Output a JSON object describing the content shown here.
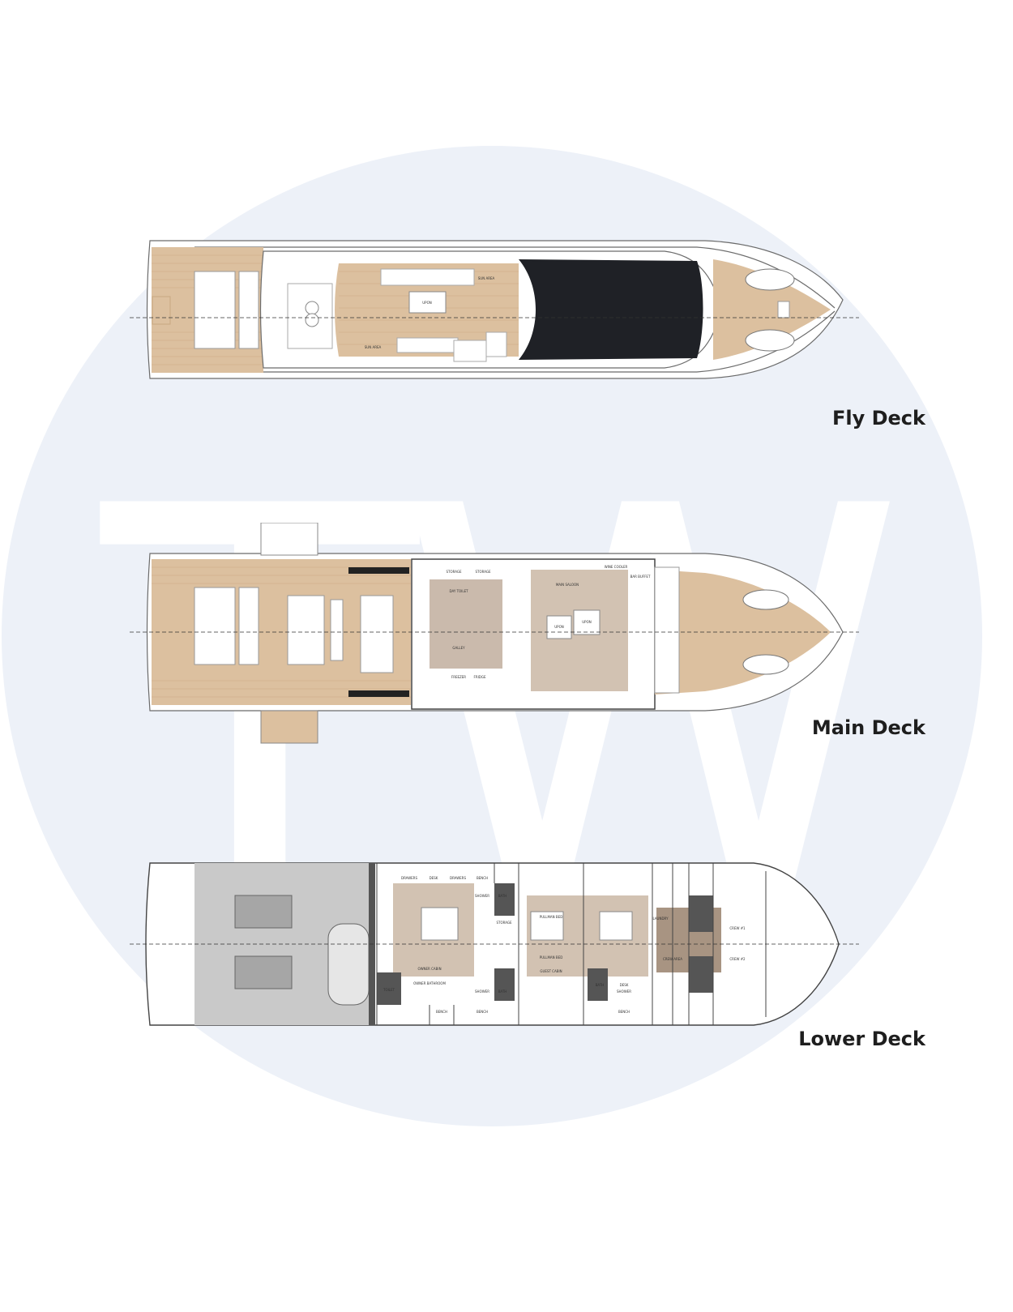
{
  "watermark": {
    "text": "TW",
    "circle_color": "#edf1f8",
    "letter_color": "#ffffff"
  },
  "colors": {
    "teak": "#dcc09f",
    "teak_line": "#c9a982",
    "hull_line": "#6b6b6b",
    "floor": "#d2c2b2",
    "engine_room": "#c9c9c9",
    "glass": "#1f2126"
  },
  "decks": {
    "fly": {
      "label": "Fly Deck",
      "rooms": {
        "upon": "UPON",
        "sun_area": "SUN AREA",
        "sun_area_2": "SUN AREA"
      }
    },
    "main": {
      "label": "Main Deck",
      "rooms": {
        "main_saloon": "MAIN SALOON",
        "upon": "UPON",
        "upon_2": "UPON",
        "galley": "GALLEY",
        "day_toilet": "DAY TOILET",
        "wine_cooler": "WINE COOLER",
        "storage": "STORAGE",
        "storage_2": "STORAGE",
        "bar_buffet": "BAR BUFFET",
        "freezer": "FREEZER",
        "fridge": "FRIDGE"
      }
    },
    "lower": {
      "label": "Lower Deck",
      "rooms": {
        "owner_cabin": "OWNER CABIN",
        "owner_bathroom": "OWNER BATHROOM",
        "guest_cabin": "GUEST CABIN",
        "pullman_bed": "PULLMAN BED",
        "pullman_bed_2": "PULLMAN BED",
        "shower": "SHOWER",
        "shower_2": "SHOWER",
        "shower_3": "SHOWER",
        "bath": "BATH",
        "bath_2": "BATH",
        "bath_3": "BATH",
        "storage": "STORAGE",
        "laundry": "LAUNDRY",
        "crew_area": "CREW AREA",
        "crew_1": "CREW #1",
        "crew_2": "CREW #2",
        "drawers": "DRAWERS",
        "drawers_2": "DRAWERS",
        "desk": "DESK",
        "desk_2": "DESK",
        "bench": "BENCH",
        "bench_2": "BENCH",
        "bench_3": "BENCH",
        "bench_4": "BENCH",
        "toilet": "TOILET"
      }
    }
  }
}
